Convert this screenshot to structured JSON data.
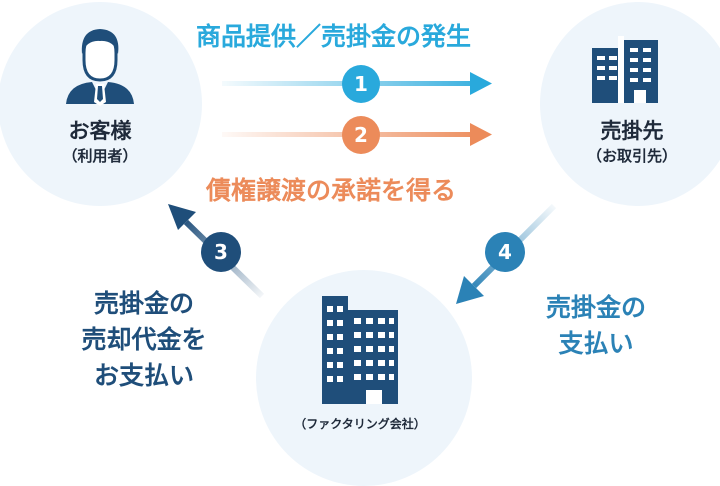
{
  "nodes": {
    "customer": {
      "title": "お客様",
      "subtitle": "（利用者）"
    },
    "partner": {
      "title": "売掛先",
      "subtitle": "（お取引先）"
    },
    "factor": {
      "title": "（ファクタリング会社）"
    }
  },
  "steps": {
    "one": {
      "number": "1",
      "label": "商品提供／売掛金の発生",
      "color": "#29a9dc"
    },
    "two": {
      "number": "2",
      "label": "債権譲渡の承諾を得る",
      "color": "#ec8b5a"
    },
    "three": {
      "number": "3",
      "label_line1": "売掛金の",
      "label_line2": "売却代金を",
      "label_line3": "お支払い",
      "color": "#1f4e7a"
    },
    "four": {
      "number": "4",
      "label_line1": "売掛金の",
      "label_line2": "支払い",
      "color": "#2b82b6"
    }
  },
  "icons": {
    "customer": "businessman-icon",
    "partner": "office-building-icon",
    "factor": "skyscraper-icon"
  }
}
